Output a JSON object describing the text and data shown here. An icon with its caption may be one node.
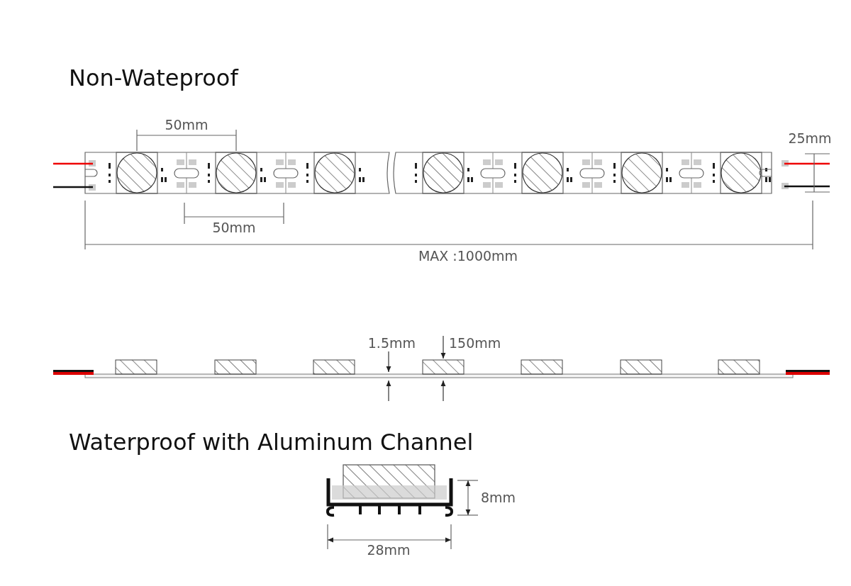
{
  "diagram": {
    "labels": [
      "Non-Wateproof",
      "50mm",
      "25mm",
      "50mm",
      "MAX :1000mm",
      "1.5mm",
      "150mm",
      "Waterproof with Aluminum Channel",
      "8mm",
      "28mm"
    ]
  }
}
